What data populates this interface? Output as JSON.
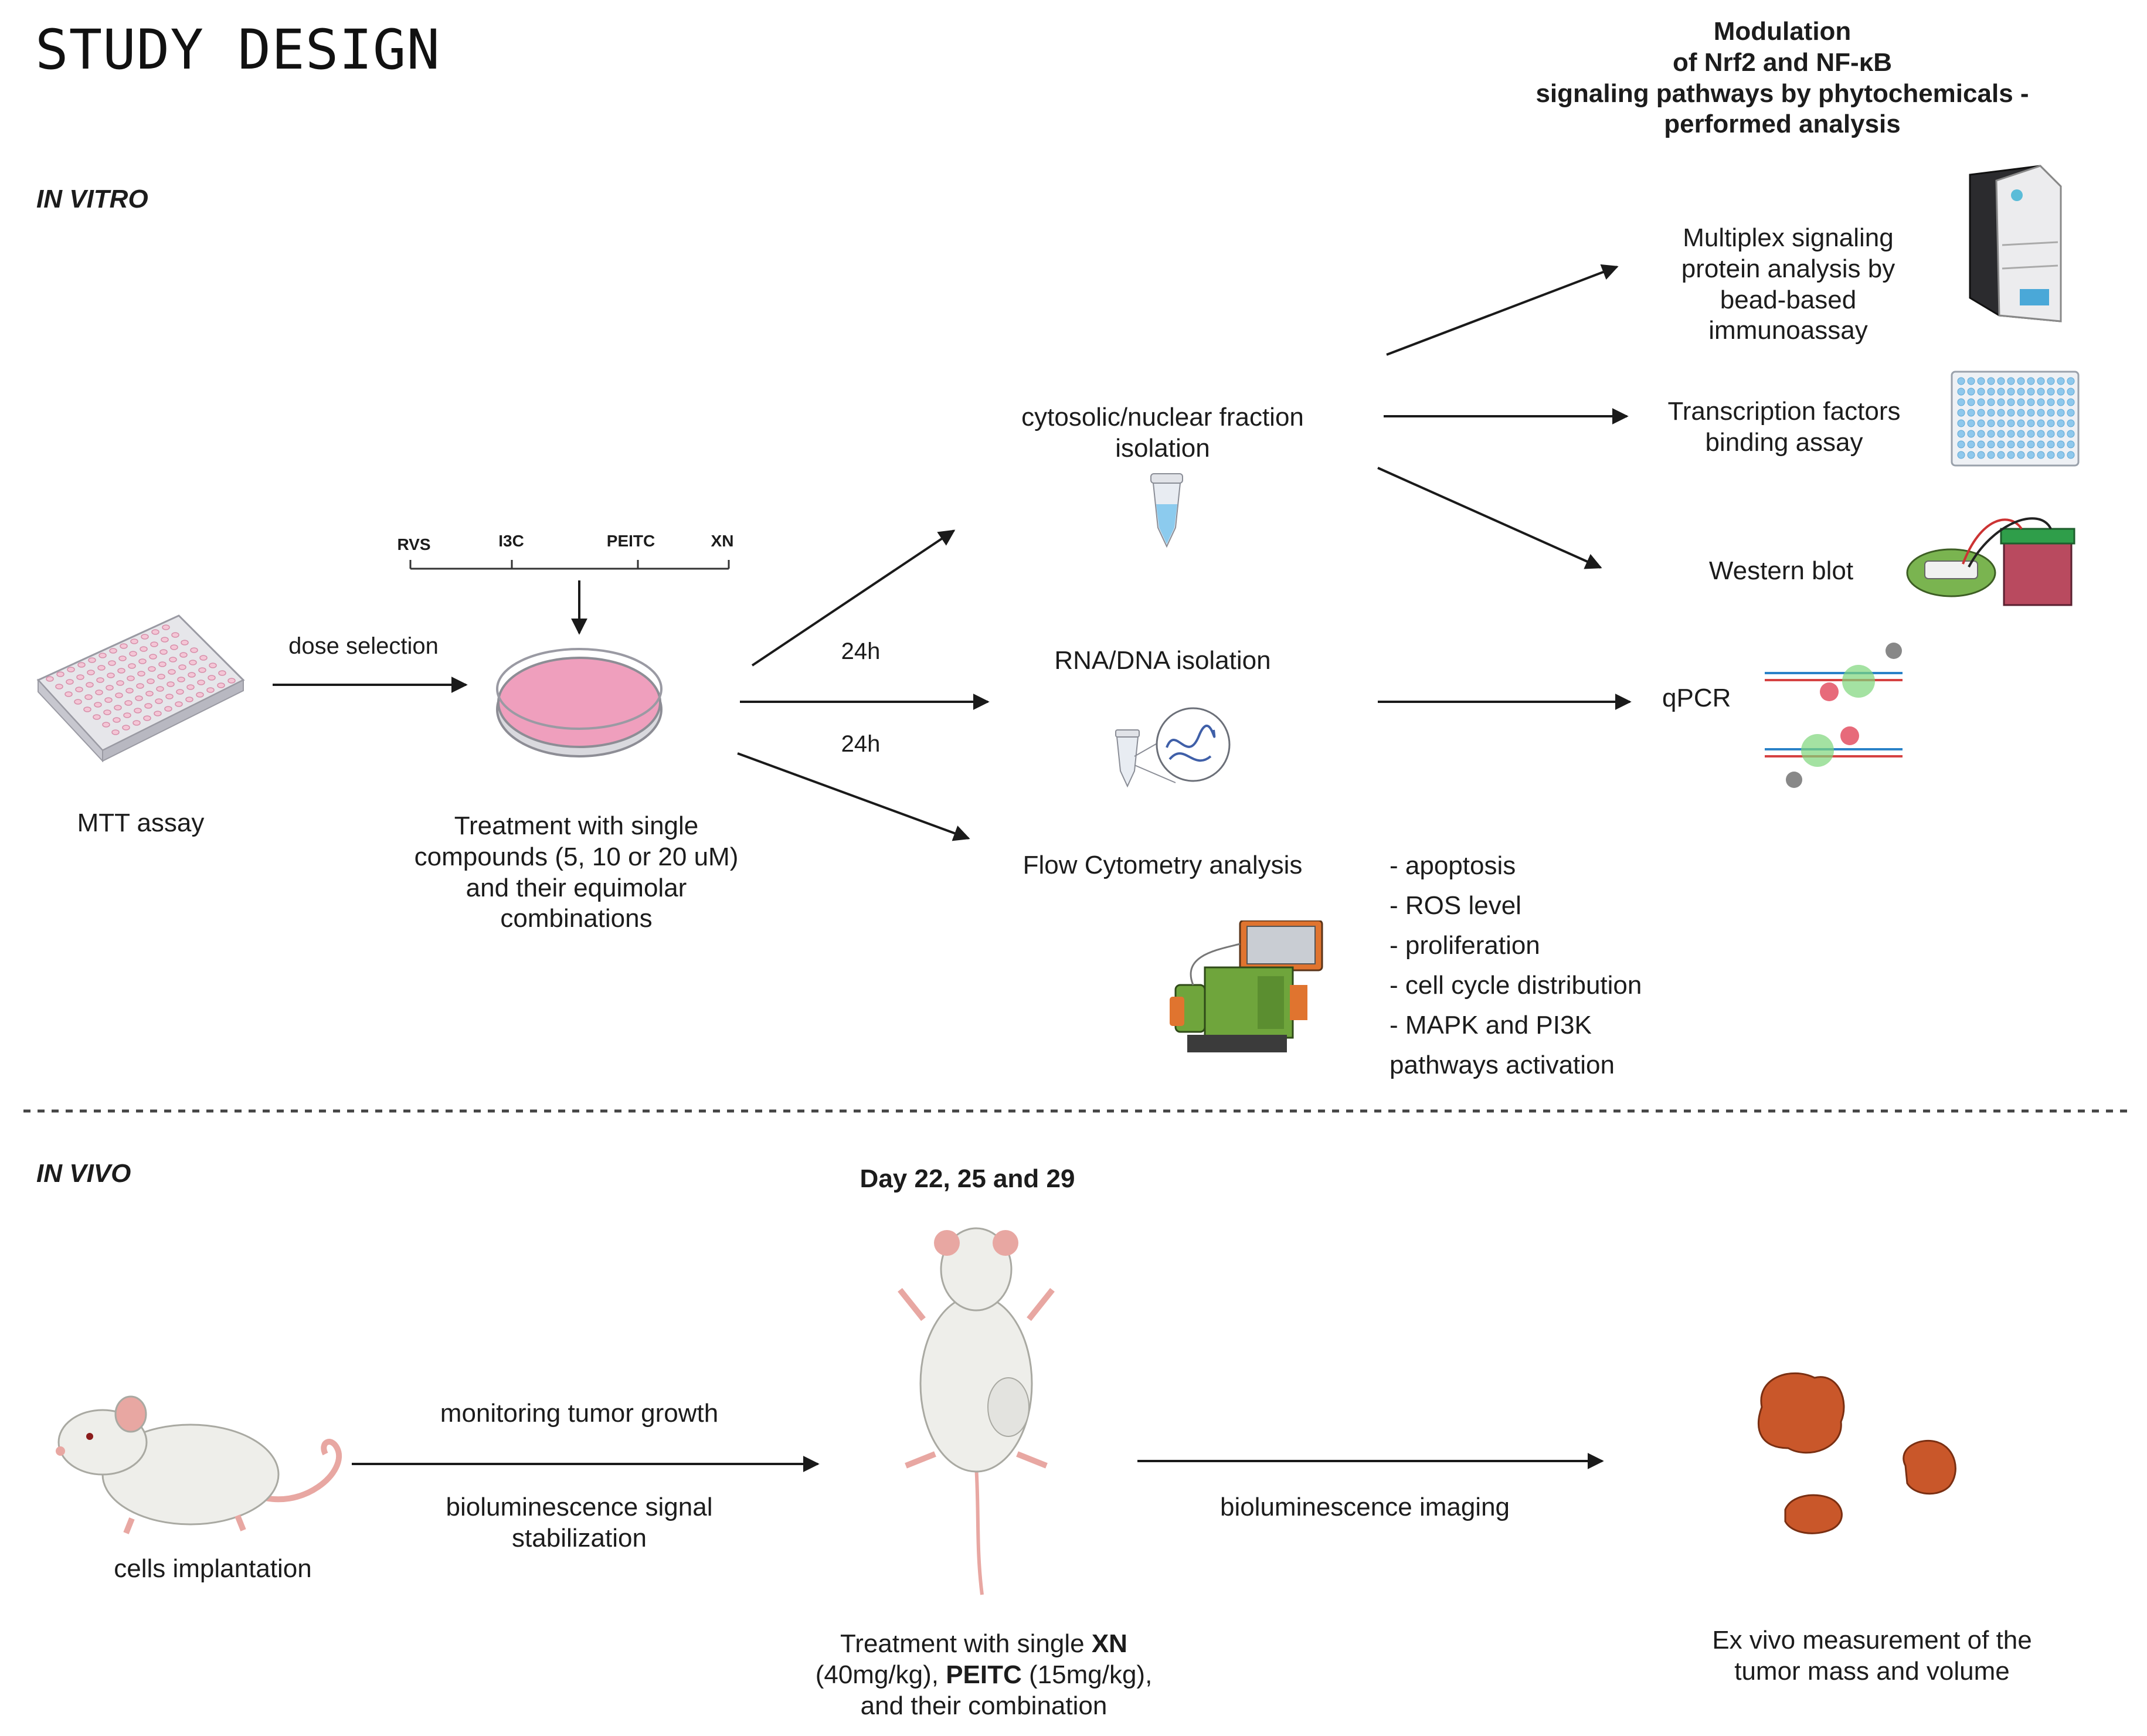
{
  "title": "STUDY DESIGN",
  "sections": {
    "in_vitro": "IN VITRO",
    "in_vivo": "IN VIVO"
  },
  "analysis_header": [
    "Modulation",
    "of Nrf2 and NF-κB",
    "signaling pathways by phytochemicals -",
    "performed analysis"
  ],
  "in_vitro": {
    "mtt_label": "MTT assay",
    "dose_selection": "dose selection",
    "compounds": [
      "RVS",
      "I3C",
      "PEITC",
      "XN"
    ],
    "treatment": [
      "Treatment with single",
      "compounds (5, 10 or 20 uM)",
      "and their equimolar",
      "combinations"
    ],
    "time_mid": "24h",
    "time_low": "24h",
    "fraction": [
      "cytosolic/nuclear fraction",
      "isolation"
    ],
    "rna_dna": "RNA/DNA isolation",
    "flow": "Flow Cytometry analysis",
    "multiplex": [
      "Multiplex signaling",
      "protein analysis by",
      "bead-based",
      "immunoassay"
    ],
    "transcription": [
      "Transcription factors",
      "binding assay"
    ],
    "western": "Western blot",
    "qpcr": "qPCR",
    "flow_list": [
      "- apoptosis",
      "- ROS level",
      "- proliferation",
      "- cell cycle distribution",
      "- MAPK and PI3K",
      "pathways activation"
    ]
  },
  "in_vivo": {
    "implant": "cells implantation",
    "monitor": "monitoring tumor growth",
    "biolum_stab": [
      "bioluminescence signal",
      "stabilization"
    ],
    "days": "Day 22, 25 and 29",
    "treat": {
      "p1": "Treatment with single ",
      "b1": "XN",
      "p2": "(40mg/kg), ",
      "b2": "PEITC",
      "p3": " (15mg/kg),",
      "p4": "and their  combination"
    },
    "imaging": "bioluminescence imaging",
    "ex_vivo": [
      "Ex vivo measurement of the",
      "tumor mass and volume"
    ]
  },
  "colors": {
    "arrow": "#1a1a1a",
    "dish_pink": "#ef9fbd",
    "well_pink": "#f4c6d6",
    "well_blue": "#8fc8ec",
    "tumor": "#c9572a",
    "machine_green": "#6fa53c",
    "machine_orange": "#e0742f",
    "mouse_body": "#eeeeea",
    "mouse_pink": "#e8a7a2"
  }
}
